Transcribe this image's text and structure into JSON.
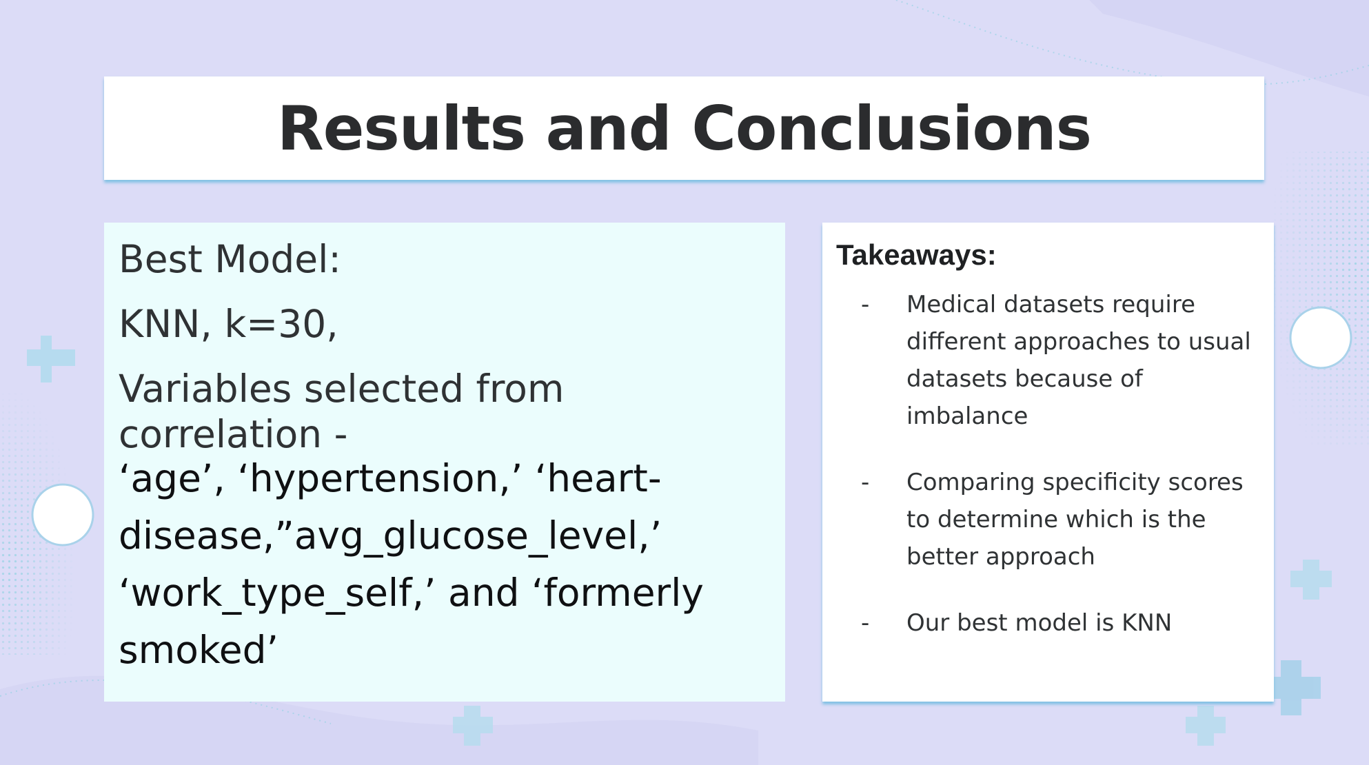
{
  "title": "Results and Conclusions",
  "left_panel": {
    "best_model_label": "Best Model:",
    "model_value": "KNN, k=30,",
    "variables_intro_line1": "Variables selected from",
    "variables_intro_line2": "correlation -",
    "variables_list": "‘age’, ‘hypertension,’ ‘heart-disease,”avg_glucose_level,’ ‘work_type_self,’ and ‘formerly smoked’"
  },
  "right_panel": {
    "heading": "Takeaways:",
    "bullet_marker": "-",
    "items": [
      {
        "text": "Medical datasets require different approaches to usual datasets because of imbalance"
      },
      {
        "text": "Comparing specificity scores to determine which is the better approach"
      },
      {
        "text": "Our best model is KNN"
      }
    ]
  },
  "colors": {
    "background": "#dcdcf7",
    "left_panel_fill": "#ebfdfd",
    "accent_shadow": "#7ebee1",
    "title_text": "#2b2c2e",
    "plus_decoration": "#a9d8ec"
  },
  "decorations": {
    "icons": [
      "plus-icon",
      "circle-dot",
      "halftone-dots"
    ]
  }
}
